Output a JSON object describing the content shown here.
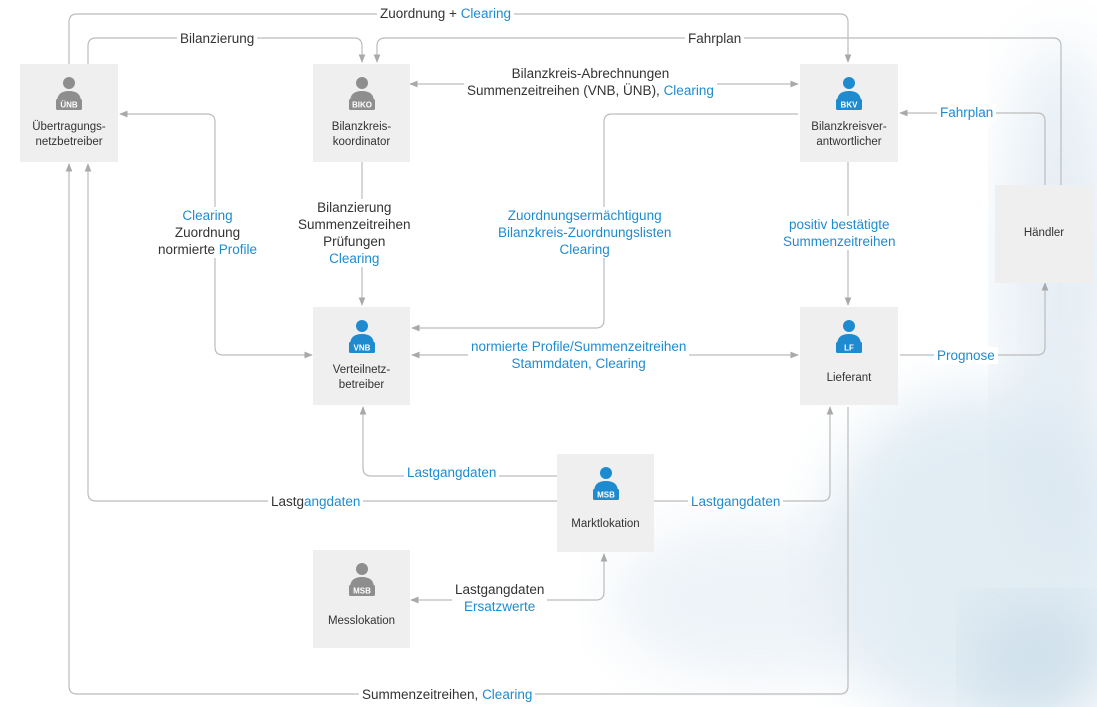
{
  "colors": {
    "accent_blue": "#1e8bd0",
    "grey_icon": "#8e8e8e",
    "text": "#333333",
    "box_fill": "#efefef",
    "line": "#b8b8b8"
  },
  "nodes": {
    "unb": {
      "badge": "ÜNB",
      "line1": "Übertragungs-",
      "line2": "netzbetreiber",
      "icon": "person-grey-icon"
    },
    "biko": {
      "badge": "BIKO",
      "line1": "Bilanzkreis-",
      "line2": "koordinator",
      "icon": "person-grey-icon"
    },
    "bkv": {
      "badge": "BKV",
      "line1": "Bilanzkreisver-",
      "line2": "antwortlicher",
      "icon": "person-blue-icon"
    },
    "haendler": {
      "label": "Händler"
    },
    "vnb": {
      "badge": "VNB",
      "line1": "Verteilnetz-",
      "line2": "betreiber",
      "icon": "person-blue-icon"
    },
    "lf": {
      "badge": "LF",
      "label": "Lieferant",
      "icon": "person-blue-icon"
    },
    "msb_markt": {
      "badge": "MSB",
      "label": "Marktlokation",
      "icon": "person-blue-icon"
    },
    "msb_mess": {
      "badge": "MSB",
      "label": "Messlokation",
      "icon": "person-grey-icon"
    }
  },
  "edges": {
    "zuordnung_clearing": {
      "part1": "Zuordnung + ",
      "part2": "Clearing"
    },
    "bilanzierung_top": "Bilanzierung",
    "fahrplan_top": "Fahrplan",
    "biko_bkv": {
      "line1": "Bilanzkreis-Abrechnungen",
      "line2a": "Summenzeitreihen (VNB, ÜNB), ",
      "line2b": "Clearing"
    },
    "fahrplan_haendler": "Fahrplan",
    "unb_vnb": {
      "line1": "Clearing",
      "line2": "Zuordnung",
      "line3a": "normierte ",
      "line3b": "Profile"
    },
    "biko_vnb": {
      "line1": "Bilanzierung",
      "line2": "Summenzeitreihen",
      "line3": "Prüfungen",
      "line4": "Clearing"
    },
    "bkv_vnb": {
      "line1": "Zuordnungsermächtigung",
      "line2": "Bilanzkreis-Zuordnungslisten",
      "line3": "Clearing"
    },
    "bkv_lf": {
      "line1": "positiv bestätigte",
      "line2": "Summenzeitreihen"
    },
    "vnb_lf": {
      "line1": "normierte Profile/Summenzeitreihen",
      "line2": "Stammdaten, Clearing"
    },
    "prognose": "Prognose",
    "lastgang_vnb": "Lastgangdaten",
    "lastgang_unb": "Lastgangdaten",
    "lastgang_lf": "Lastgangdaten",
    "mess_markt": {
      "line1": "Lastgangdaten",
      "line2": "Ersatzwerte"
    },
    "bottom": {
      "part1": "Summenzeitreihen, ",
      "part2": "Clearing"
    }
  }
}
